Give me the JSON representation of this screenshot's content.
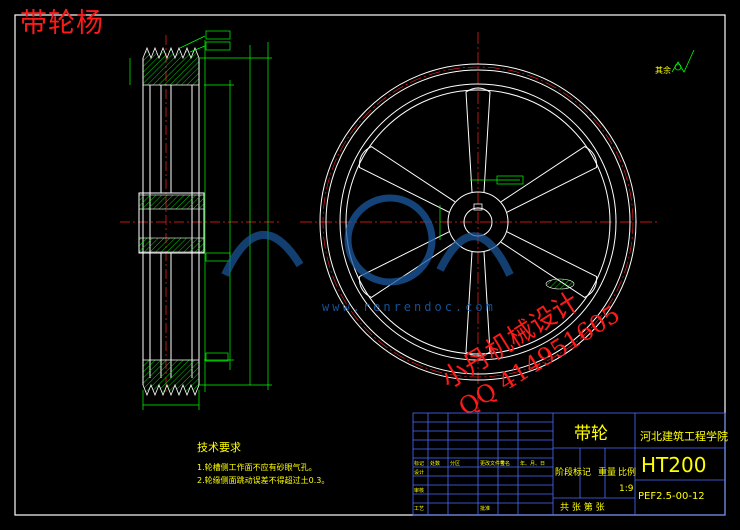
{
  "watermark_top": "带轮杨",
  "notes": {
    "title": "技术要求",
    "items": [
      "1.轮槽侧工作面不应有砂眼气孔。",
      "2.轮缘侧面跳动误差不得超过土0.3。"
    ]
  },
  "roughness_label": "其余",
  "watermark_overlay": {
    "site": "www.renrendoc.com",
    "designer": "小丹机械设计",
    "qq": "QQ 414951605"
  },
  "title_block": {
    "part_name": "带轮",
    "school": "河北建筑工程学院",
    "material": "HT200",
    "drawing_no": "PEF2.5-00-12",
    "scale": "1:9",
    "stage_label": "阶段标记",
    "weight_label": "重量",
    "ratio_label": "比例",
    "sheet_label": "共   张 第   张",
    "sign_labels": [
      "设计",
      "审核",
      "工艺",
      "批准"
    ],
    "tiny_headers": [
      "标记",
      "处数",
      "分区",
      "更改文件号",
      "签名",
      "年、月、日"
    ]
  },
  "colors": {
    "background": "#000000",
    "outline": "#ffffff",
    "dimension": "#00ff00",
    "hatch": "#00ff00",
    "centerline": "#ff2020",
    "frame": "#ffffff",
    "title_block_lines": "#4a6cff",
    "title_block_text": "#ffff00",
    "watermark_red": "#ff1a1a",
    "watermark_blue": "#1a5aa0"
  }
}
